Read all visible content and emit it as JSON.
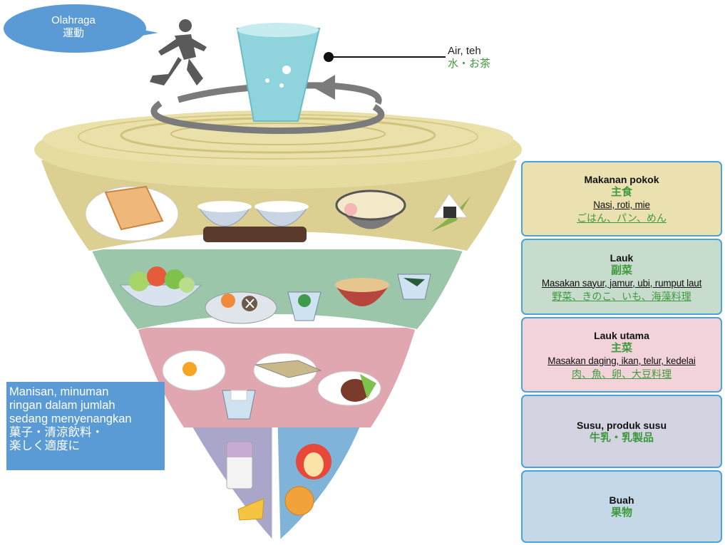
{
  "exercise": {
    "line1": "Olahraga",
    "line2": "運動"
  },
  "water": {
    "label": "Air, teh",
    "label_jp": "水・お茶"
  },
  "groups": [
    {
      "name": "Makanan pokok",
      "name_jp": "主食",
      "examples": "Nasi, roti, mie",
      "examples_jp": "ごはん、パン、めん"
    },
    {
      "name": "Lauk",
      "name_jp": "副菜",
      "examples": "Masakan sayur, jamur, ubi, rumput laut",
      "examples_jp": "野菜、きのこ、いも、海藻料理"
    },
    {
      "name": "Lauk utama",
      "name_jp": "主菜",
      "examples": "Masakan daging, ikan, telur, kedelai",
      "examples_jp": "肉、魚、卵、大豆料理"
    },
    {
      "name": "Susu, produk susu",
      "name_jp": "牛乳・乳製品"
    },
    {
      "name": "Buah",
      "name_jp": "果物"
    }
  ],
  "sweets": {
    "line1": "Manisan, minuman",
    "line2": "ringan dalam jumlah",
    "line3": "sedang menyenangkan",
    "line4": "菓子・清涼飲料・",
    "line5": "楽しく適度に"
  },
  "colors": {
    "staple": "#dccf92",
    "side": "#9bc6aa",
    "main": "#e0a7b1",
    "dairy": "#a9a6c9",
    "fruit": "#7fb3d8",
    "border": "#4aa3d8",
    "accent_green": "#3e9a3c",
    "bubble": "#5b9bd5"
  }
}
